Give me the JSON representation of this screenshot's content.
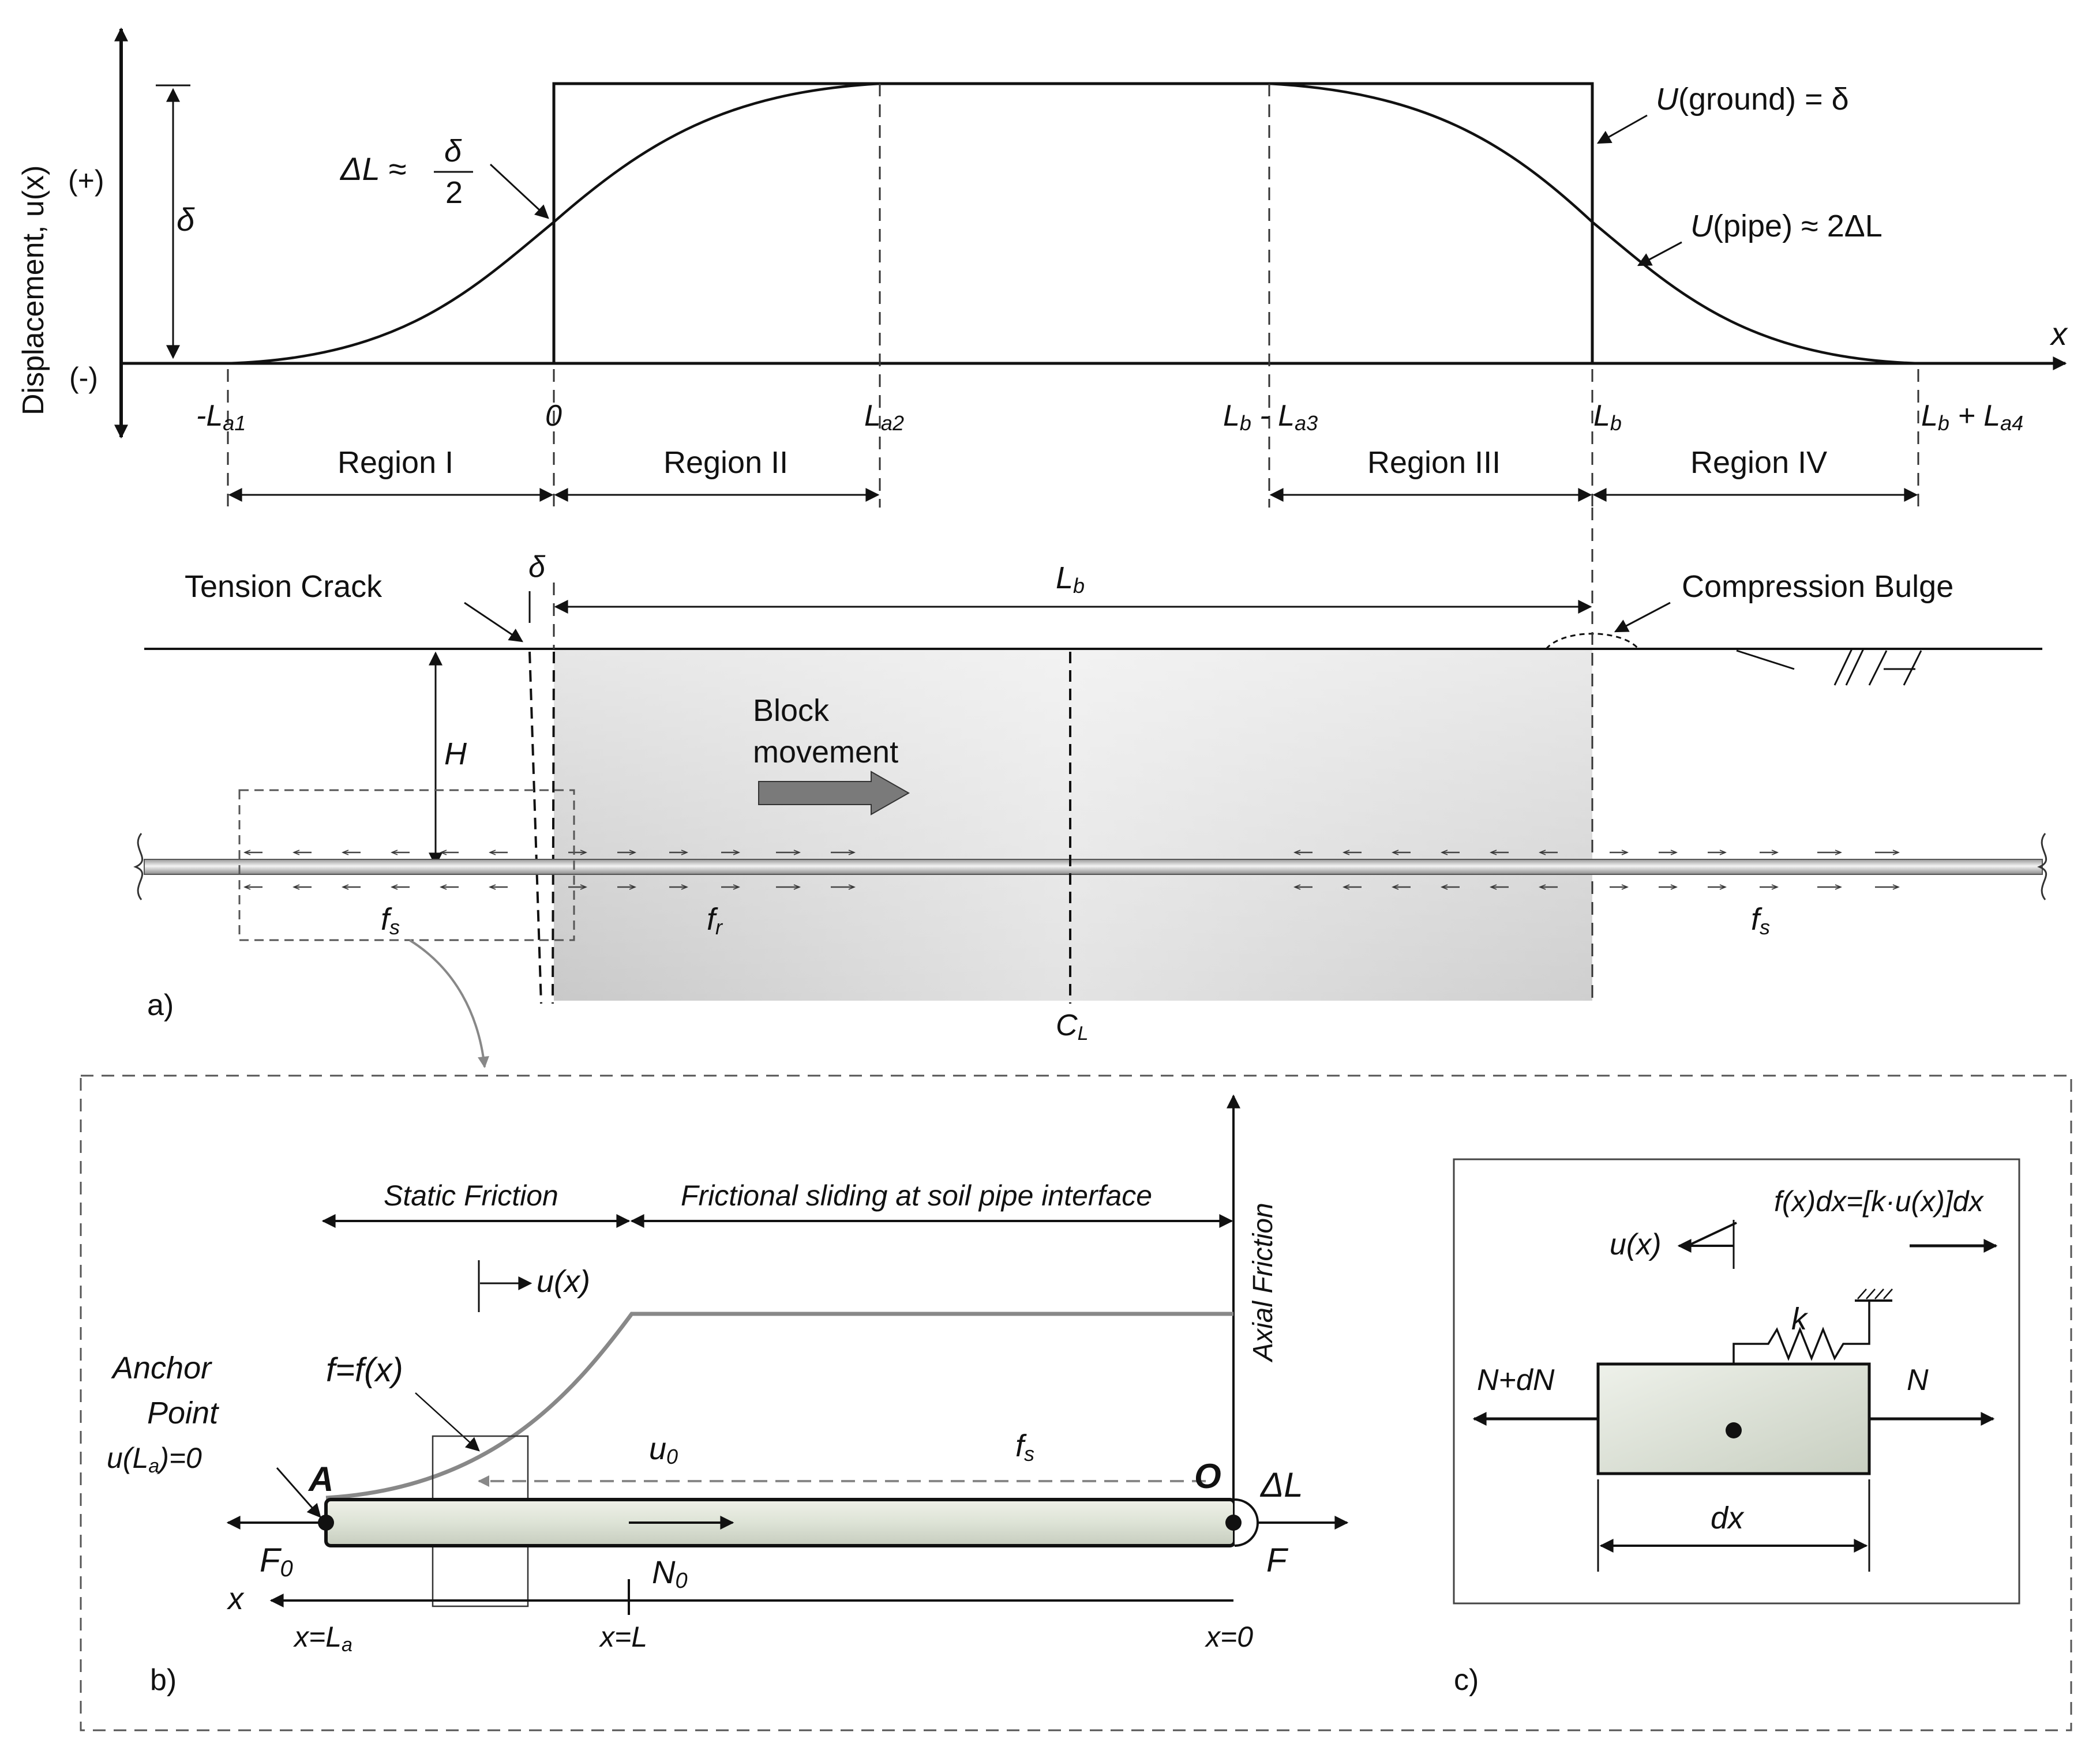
{
  "panel_a": {
    "y_axis_label": "Displacement, u(x)",
    "plus": "(+)",
    "minus": "(-)",
    "x_label": "x",
    "delta": "δ",
    "dl_lhs": "ΔL ≈",
    "dl_num": "δ",
    "dl_den": "2",
    "u_ground_label": "(ground) = δ",
    "u_pipe_label": "(pipe) ≈ 2ΔL",
    "u_letter": "U",
    "ticks": {
      "la1_prefix": "-L",
      "la1_sub": "a1",
      "zero": "0",
      "la2": "L",
      "la2_sub": "a2",
      "lb_la3_a": "L",
      "lb_la3_asub": "b",
      "lb_la3_mid": " - L",
      "lb_la3_bsub": "a3",
      "lb": "L",
      "lb_sub": "b",
      "lb_la4_a": "L",
      "lb_la4_asub": "b",
      "lb_la4_mid": " + L",
      "lb_la4_bsub": "a4"
    },
    "regions": [
      "Region I",
      "Region II",
      "Region III",
      "Region IV"
    ],
    "tension_crack": "Tension Crack",
    "compression_bulge": "Compression Bulge",
    "lb_dim": "L",
    "lb_dim_sub": "b",
    "h": "H",
    "block_movement_1": "Block",
    "block_movement_2": "movement",
    "fs": "f",
    "fs_sub": "s",
    "fr": "f",
    "fr_sub": "r",
    "cl": "C",
    "cl_sub": "L",
    "panel_label": "a)"
  },
  "panel_b": {
    "static_friction": "Static Friction",
    "frictional_sliding": "Frictional sliding at soil pipe interface",
    "axial_friction": "Axial Friction",
    "u_of_x": "u(x)",
    "anchor_1": "Anchor",
    "anchor_2": "Point",
    "anchor_3a": "u(L",
    "anchor_3sub": "a",
    "anchor_3b": ")=0",
    "f_fx": "f=f(x)",
    "u0": "u",
    "u0_sub": "0",
    "fs": "f",
    "fs_sub": "s",
    "a": "A",
    "o": "O",
    "dl": "ΔL",
    "f0": "F",
    "f0_sub": "0",
    "f": "F",
    "n0": "N",
    "n0_sub": "0",
    "x": "x",
    "x_la": "x=L",
    "x_la_sub": "a",
    "x_l": "x=L",
    "x_0": "x=0",
    "panel_label": "b)"
  },
  "panel_c": {
    "u_of_x": "u(x)",
    "fdx": "f(x)dx=[k·u(x)]dx",
    "k": "k",
    "n_plus_dn": "N+dN",
    "n": "N",
    "dx": "dx",
    "panel_label": "c)"
  }
}
